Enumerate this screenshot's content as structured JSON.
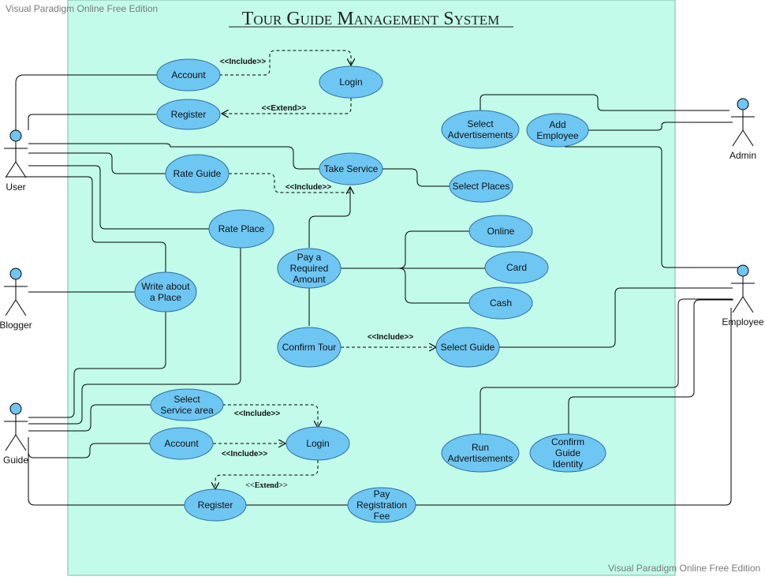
{
  "watermark": {
    "top_left": "Visual Paradigm Online Free Edition",
    "bottom_right": "Visual Paradigm Online Free Edition"
  },
  "system": {
    "title": "Tour Guide Management System"
  },
  "colors": {
    "boundary_fill": "#c2fbe9",
    "boundary_stroke": "#7fb7a6",
    "usecase_fill": "#6ec6f3",
    "usecase_stroke": "#2f6fa0",
    "actor_head": "#6ec6f3",
    "line": "#000000"
  },
  "actors": {
    "user": {
      "label": "User"
    },
    "blogger": {
      "label": "Blogger"
    },
    "guide": {
      "label": "Guide"
    },
    "admin": {
      "label": "Admin"
    },
    "employee": {
      "label": "Employee"
    }
  },
  "usecases": {
    "account_top": [
      "Account"
    ],
    "login_top": [
      "Login"
    ],
    "register_top": [
      "Register"
    ],
    "rate_guide": [
      "Rate Guide"
    ],
    "take_service": [
      "Take Service"
    ],
    "select_places": [
      "Select Places"
    ],
    "rate_place": [
      "Rate Place"
    ],
    "pay_required": [
      "Pay a",
      "Required",
      "Amount"
    ],
    "online": [
      "Online"
    ],
    "card": [
      "Card"
    ],
    "cash": [
      "Cash"
    ],
    "write_place": [
      "Write about",
      "a Place"
    ],
    "confirm_tour": [
      "Confirm Tour"
    ],
    "select_guide": [
      "Select Guide"
    ],
    "select_ads": [
      "Select",
      "Advertisements"
    ],
    "add_employee": [
      "Add",
      "Employee"
    ],
    "select_service_area": [
      "Select",
      "Service area"
    ],
    "account_bottom": [
      "Account"
    ],
    "login_bottom": [
      "Login"
    ],
    "register_bottom": [
      "Register"
    ],
    "pay_registration": [
      "Pay",
      "Registration",
      "Fee"
    ],
    "run_ads": [
      "Run",
      "Advertisements"
    ],
    "confirm_guide": [
      "Confirm",
      "Guide",
      "Identity"
    ]
  },
  "relations": {
    "include_account_login": "<<Include>>",
    "extend_login_register": "<<Extend>>",
    "include_rateguide_takeservice": "<<Include>>",
    "include_confirmtour_selectguide": "<<Include>>",
    "include_servicearea_login": "<<Include>>",
    "include_account_login_bottom": "<<Include>>",
    "extend_login_register_bottom": "<<Extend>>"
  }
}
